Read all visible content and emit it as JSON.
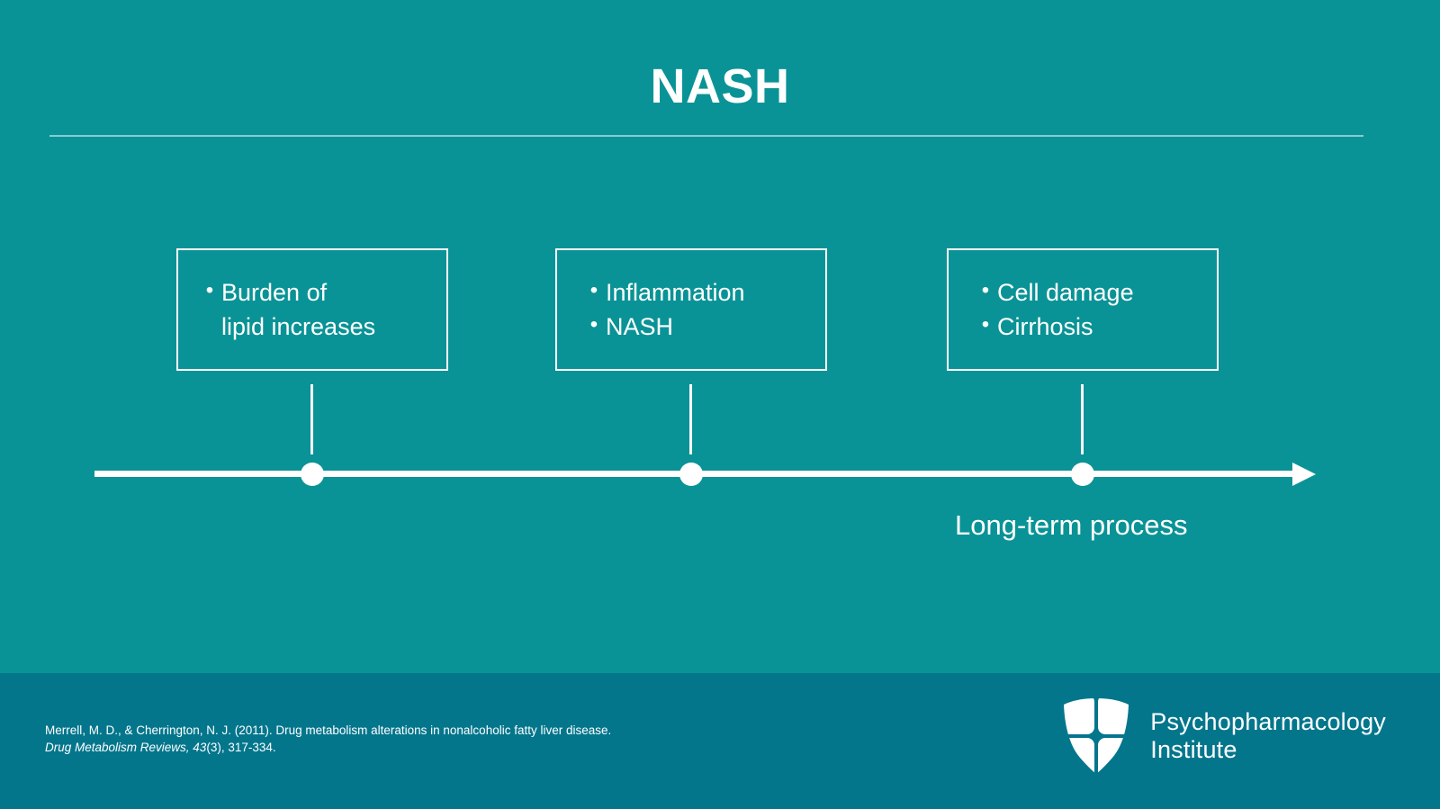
{
  "slide": {
    "title": "NASH",
    "background_color": "#0a9396",
    "footer_color": "#04768c",
    "text_color": "#ffffff"
  },
  "stages": [
    {
      "id": "stage-1",
      "bullet_glyph": "•",
      "items": [
        "Burden of\nlipid increases"
      ]
    },
    {
      "id": "stage-2",
      "bullet_glyph": "•",
      "items": [
        "Inflammation",
        "NASH"
      ]
    },
    {
      "id": "stage-3",
      "bullet_glyph": "•",
      "items": [
        "Cell damage",
        "Cirrhosis"
      ]
    }
  ],
  "timeline": {
    "caption": "Long-term process",
    "node_count": 3
  },
  "footer": {
    "citation_line1": "Merrell, M. D., & Cherrington, N. J. (2011). Drug metabolism alterations in nonalcoholic fatty liver disease.",
    "citation_journal": "Drug Metabolism Reviews, 43",
    "citation_line2_rest": "(3), 317-334.",
    "brand_line1": "Psychopharmacology",
    "brand_line2": "Institute",
    "logo_icon": "shield-icon"
  }
}
